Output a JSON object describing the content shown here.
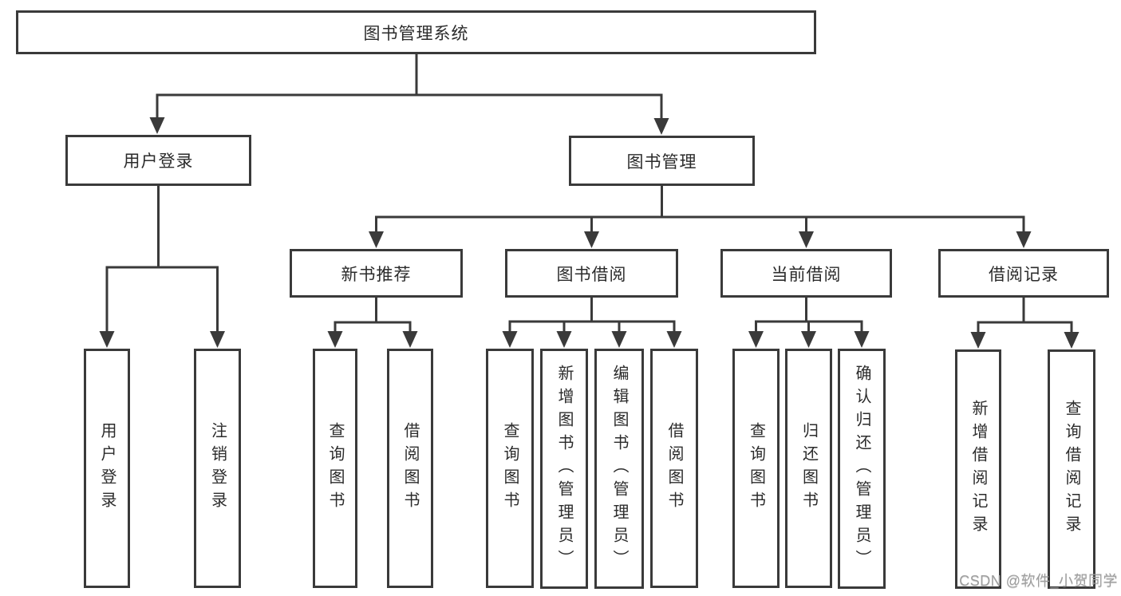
{
  "colors": {
    "line": "#3a3a3a",
    "box_border": "#3a3a3a",
    "box_fill": "#ffffff",
    "text": "#2b2b2b",
    "watermark": "#9e9e9e",
    "background": "#ffffff"
  },
  "watermark": {
    "text": "CSDN @软件_小贺同学"
  },
  "tree": {
    "label": "图书管理系统",
    "children": [
      {
        "label": "用户登录",
        "children": [
          {
            "label": "用户登录"
          },
          {
            "label": "注销登录"
          }
        ]
      },
      {
        "label": "图书管理",
        "children": [
          {
            "label": "新书推荐",
            "children": [
              {
                "label": "查询图书"
              },
              {
                "label": "借阅图书"
              }
            ]
          },
          {
            "label": "图书借阅",
            "children": [
              {
                "label": "查询图书"
              },
              {
                "label": "新增图书（管理员）"
              },
              {
                "label": "编辑图书（管理员）"
              },
              {
                "label": "借阅图书"
              }
            ]
          },
          {
            "label": "当前借阅",
            "children": [
              {
                "label": "查询图书"
              },
              {
                "label": "归还图书"
              },
              {
                "label": "确认归还（管理员）"
              }
            ]
          },
          {
            "label": "借阅记录",
            "children": [
              {
                "label": "新增借阅记录"
              },
              {
                "label": "查询借阅记录"
              }
            ]
          }
        ]
      }
    ]
  }
}
